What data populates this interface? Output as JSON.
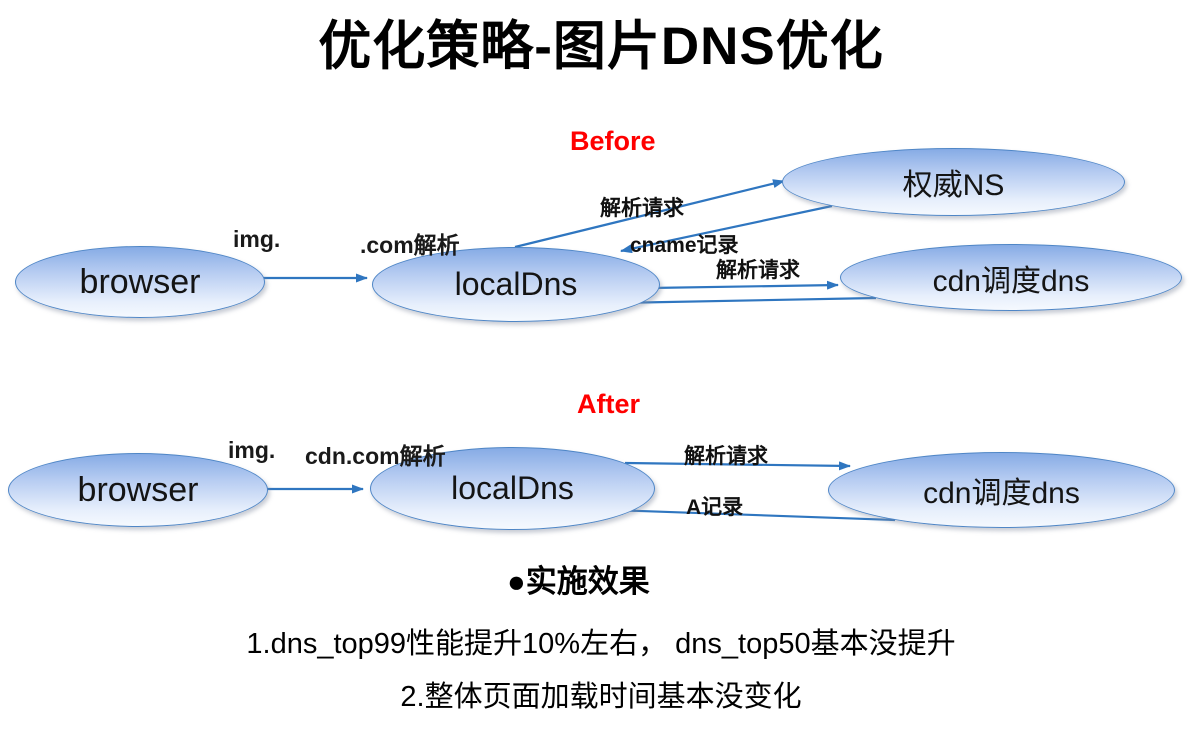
{
  "title": "优化策略-图片DNS优化",
  "colors": {
    "arrow_blue": "#2f76c0",
    "node_border_blue": "#4f86c6",
    "section_label_red": "#ff0000"
  },
  "before": {
    "label": "Before",
    "nodes": {
      "browser": "browser",
      "localdns": "localDns",
      "authns": "权威NS",
      "cdndns": "cdn调度dns"
    },
    "edge_labels": {
      "img_request_prefix": "img.",
      "img_request_suffix": ".com解析",
      "resolve_request_authns": "解析请求",
      "cname_record": "cname记录",
      "resolve_request_cdn": "解析请求"
    }
  },
  "after": {
    "label": "After",
    "nodes": {
      "browser": "browser",
      "localdns": "localDns",
      "cdndns": "cdn调度dns"
    },
    "edge_labels": {
      "img_request_prefix": "img.",
      "img_request_suffix": "cdn.com解析",
      "resolve_request_cdn": "解析请求",
      "a_record": "A记录"
    }
  },
  "summary": {
    "bullet": "●",
    "heading": "实施效果",
    "lines": [
      "1.dns_top99性能提升10%左右， dns_top50基本没提升",
      "2.整体页面加载时间基本没变化"
    ]
  }
}
